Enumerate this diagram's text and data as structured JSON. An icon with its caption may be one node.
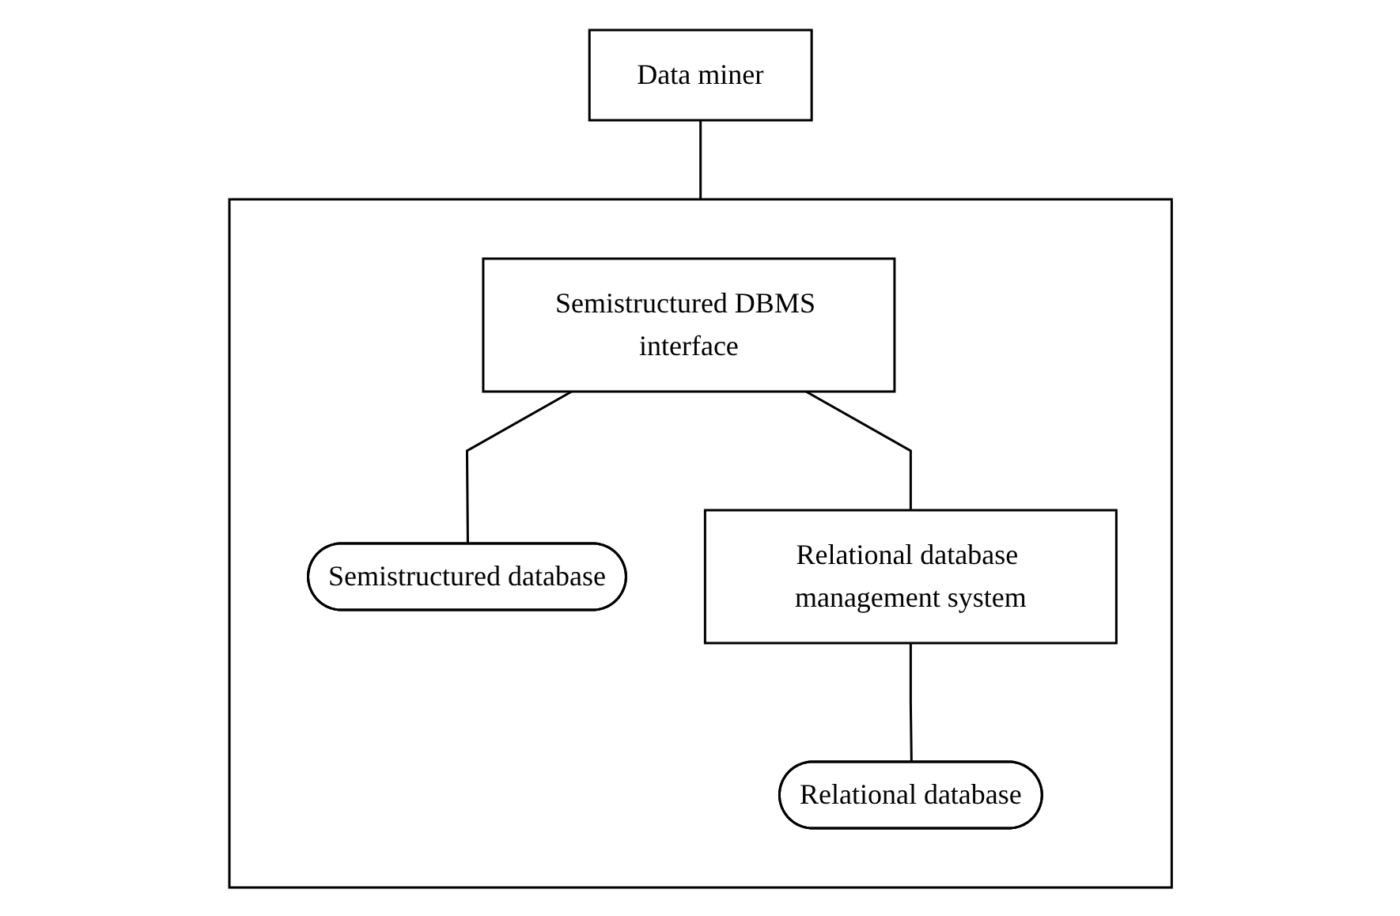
{
  "diagram": {
    "nodes": [
      {
        "text": [
          "Data miner"
        ]
      },
      {
        "text": [],
        "shape": "box"
      },
      {
        "text": [
          "Semistructured DBMS interface"
        ],
        "in": 1
      },
      {
        "text": [
          "Semistructured database"
        ],
        "in": 1
      },
      {
        "text": [
          "Relational database management system"
        ],
        "in": 1
      },
      {
        "text": [
          "Relational database"
        ],
        "in": 1
      }
    ],
    "edges": [
      {
        "from": 0,
        "to": 1,
        "arrow": "none"
      },
      {
        "from": 2,
        "to": 3,
        "arrow": "none"
      },
      {
        "from": 2,
        "to": 4,
        "arrow": "none"
      },
      {
        "from": 4,
        "to": 5,
        "arrow": "none"
      }
    ]
  }
}
